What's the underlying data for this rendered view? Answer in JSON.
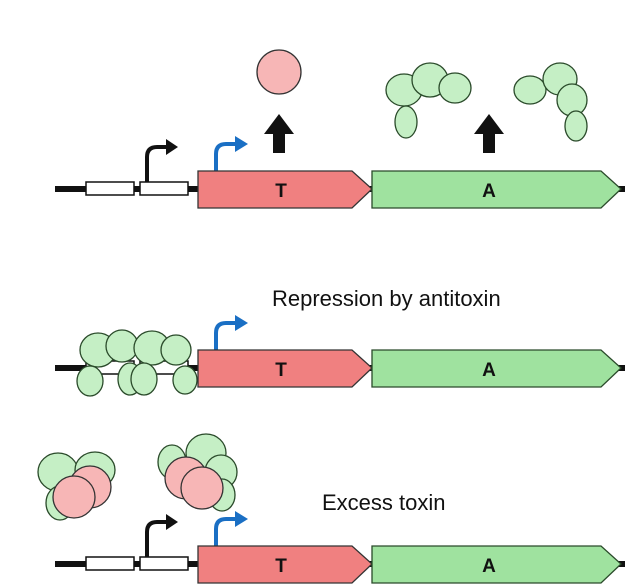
{
  "labels": {
    "repression": "Repression by antitoxin",
    "excess": "Excess toxin"
  },
  "genes": {
    "toxin_letter": "T",
    "antitoxin_letter": "A"
  },
  "colors": {
    "toxin_fill": "#f08080",
    "toxin_light": "#f7b6b6",
    "antitoxin_fill": "#9fe29f",
    "antitoxin_light": "#c5efc5",
    "outline": "#2a4a2a",
    "promoter_black": "#111111",
    "promoter_blue": "#1a6fc4",
    "dna": "#111111"
  }
}
